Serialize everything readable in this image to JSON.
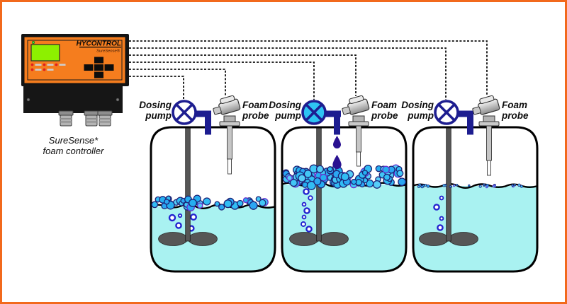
{
  "colors": {
    "border_orange": "#f2691c",
    "panel_orange": "#f57d1e",
    "navy": "#1d1d90",
    "pump_active_fill": "#2ec4f3",
    "pump_idle_fill": "#ffffff",
    "liquid_cyan": "#a9f2f1",
    "foam_blue": "#2fb4f2",
    "droplet": "#2a1191",
    "lcd_green": "#8df000",
    "led_red": "#e02020"
  },
  "controller": {
    "brand": "HYCONTROL",
    "model": "SureSense®",
    "caption_line1": "SureSense*",
    "caption_line2": "foam controller"
  },
  "tanks": [
    {
      "pump_label_line1": "Dosing",
      "pump_label_line2": "pump",
      "probe_label_line1": "Foam",
      "probe_label_line2": "probe",
      "pump_active": false,
      "dripping": false,
      "foam_level": "low"
    },
    {
      "pump_label_line1": "Dosing",
      "pump_label_line2": "pump",
      "probe_label_line1": "Foam",
      "probe_label_line2": "probe",
      "pump_active": true,
      "dripping": true,
      "foam_level": "high"
    },
    {
      "pump_label_line1": "Dosing",
      "pump_label_line2": "pump",
      "probe_label_line1": "Foam",
      "probe_label_line2": "probe",
      "pump_active": false,
      "dripping": false,
      "foam_level": "trace"
    }
  ]
}
